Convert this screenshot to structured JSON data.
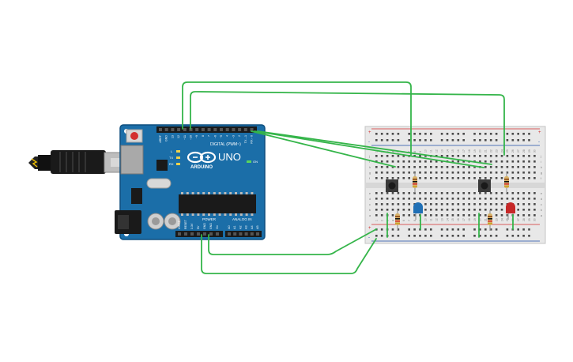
{
  "arduino": {
    "brand_logo": "UNO",
    "brand_name": "ARDUINO",
    "digital_header": "DIGITAL (PWM~)",
    "analog_header": "ANALOG IN",
    "power_header": "POWER",
    "on_label": "ON",
    "led_labels": [
      "L",
      "TX",
      "RX"
    ],
    "digital_pins": [
      "AREF",
      "GND",
      "13",
      "12",
      "~11",
      "~10",
      "~9",
      "8",
      "7",
      "~6",
      "~5",
      "4",
      "~3",
      "2",
      "TX→1",
      "RX←0"
    ],
    "power_pins": [
      "IOREF",
      "RESET",
      "3.3V",
      "5V",
      "GND",
      "GND",
      "Vin"
    ],
    "analog_pins": [
      "A0",
      "A1",
      "A2",
      "A3",
      "A4",
      "A5"
    ]
  },
  "breadboard": {
    "column_numbers": [
      "1",
      "2",
      "3",
      "4",
      "5",
      "6",
      "7",
      "8",
      "9",
      "10",
      "11",
      "12",
      "13",
      "14",
      "15",
      "16",
      "17",
      "18",
      "19",
      "20",
      "21",
      "22",
      "23",
      "24",
      "25",
      "26",
      "27",
      "28",
      "29",
      "30"
    ],
    "row_letters_top": [
      "j",
      "i",
      "h",
      "g",
      "f"
    ],
    "row_letters_bottom": [
      "e",
      "d",
      "c",
      "b",
      "a"
    ],
    "rail_plus": "+",
    "rail_minus": "-"
  },
  "components": {
    "led_1_color": "#1f6fb5",
    "led_2_color": "#c62828",
    "wire_color": "#35b54a",
    "board_color": "#1b6ea8"
  }
}
